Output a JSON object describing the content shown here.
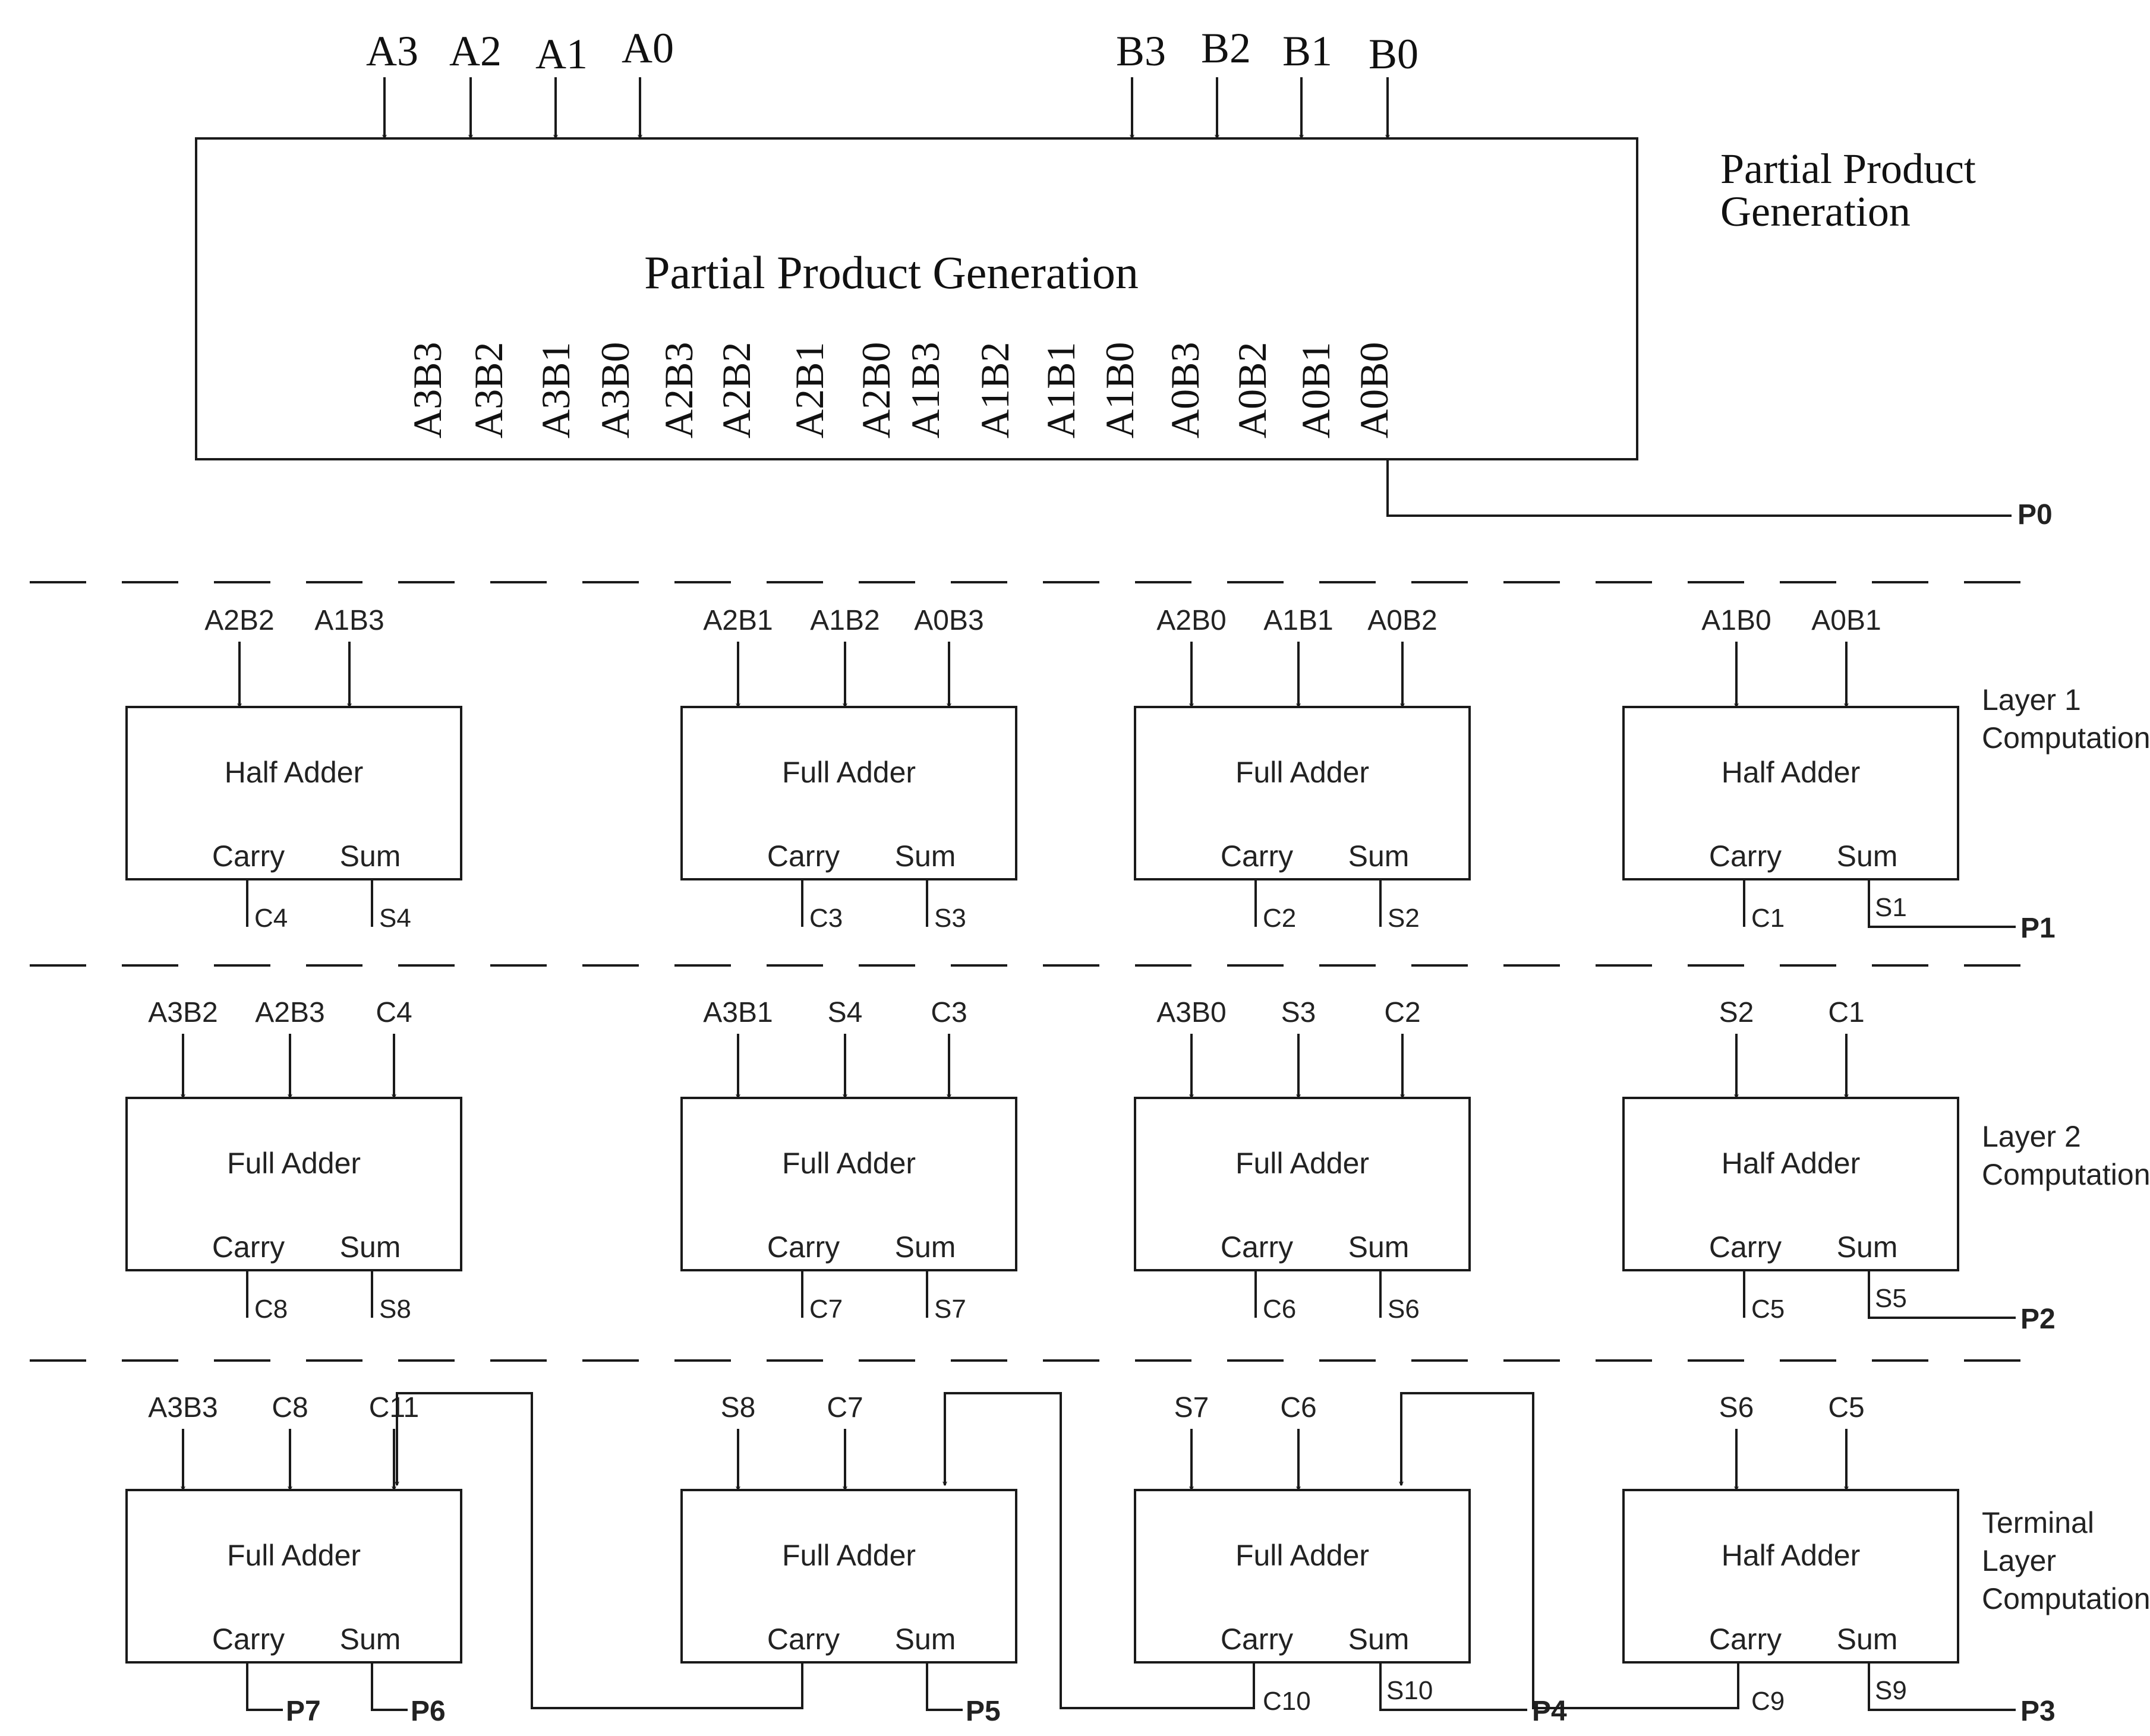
{
  "top_block": {
    "inputs_a": [
      "A3",
      "A2",
      "A1",
      "A0"
    ],
    "inputs_b": [
      "B3",
      "B2",
      "B1",
      "B0"
    ],
    "box_title": "Partial Product Generation",
    "side_label": "Partial Product Generation",
    "products": [
      "A3B3",
      "A3B2",
      "A3B1",
      "A3B0",
      "A2B3",
      "A2B2",
      "A2B1",
      "A2B0",
      "A1B3",
      "A1B2",
      "A1B1",
      "A1B0",
      "A0B3",
      "A0B2",
      "A0B1",
      "A0B0"
    ],
    "output": "P0"
  },
  "layers": [
    {
      "label": "Layer 1 Computation",
      "adders": [
        {
          "type": "Half Adder",
          "inputs": [
            "A2B2",
            "A1B3"
          ],
          "carry_label": "Carry",
          "sum_label": "Sum",
          "carry_out": "C4",
          "sum_out": "S4"
        },
        {
          "type": "Full Adder",
          "inputs": [
            "A2B1",
            "A1B2",
            "A0B3"
          ],
          "carry_label": "Carry",
          "sum_label": "Sum",
          "carry_out": "C3",
          "sum_out": "S3"
        },
        {
          "type": "Full Adder",
          "inputs": [
            "A2B0",
            "A1B1",
            "A0B2"
          ],
          "carry_label": "Carry",
          "sum_label": "Sum",
          "carry_out": "C2",
          "sum_out": "S2"
        },
        {
          "type": "Half Adder",
          "inputs": [
            "A1B0",
            "A0B1"
          ],
          "carry_label": "Carry",
          "sum_label": "Sum",
          "carry_out": "C1",
          "sum_out": "S1",
          "product_out": "P1"
        }
      ]
    },
    {
      "label": "Layer 2 Computation",
      "adders": [
        {
          "type": "Full Adder",
          "inputs": [
            "A3B2",
            "A2B3",
            "C4"
          ],
          "carry_label": "Carry",
          "sum_label": "Sum",
          "carry_out": "C8",
          "sum_out": "S8"
        },
        {
          "type": "Full Adder",
          "inputs": [
            "A3B1",
            "S4",
            "C3"
          ],
          "carry_label": "Carry",
          "sum_label": "Sum",
          "carry_out": "C7",
          "sum_out": "S7"
        },
        {
          "type": "Full Adder",
          "inputs": [
            "A3B0",
            "S3",
            "C2"
          ],
          "carry_label": "Carry",
          "sum_label": "Sum",
          "carry_out": "C6",
          "sum_out": "S6"
        },
        {
          "type": "Half Adder",
          "inputs": [
            "S2",
            "C1"
          ],
          "carry_label": "Carry",
          "sum_label": "Sum",
          "carry_out": "C5",
          "sum_out": "S5",
          "product_out": "P2"
        }
      ]
    },
    {
      "label": "Terminal Layer Computation",
      "adders": [
        {
          "type": "Full Adder",
          "inputs": [
            "A3B3",
            "C8",
            "C11"
          ],
          "carry_label": "Carry",
          "sum_label": "Sum",
          "carry_out": "P7",
          "sum_out": "P6"
        },
        {
          "type": "Full Adder",
          "inputs": [
            "S8",
            "C7",
            ""
          ],
          "carry_label": "Carry",
          "sum_label": "Sum",
          "carry_out": "",
          "sum_out": "P5"
        },
        {
          "type": "Full Adder",
          "inputs": [
            "S7",
            "C6",
            ""
          ],
          "carry_label": "Carry",
          "sum_label": "Sum",
          "carry_out": "C10",
          "sum_out": "S10",
          "product_out": "P4"
        },
        {
          "type": "Half Adder",
          "inputs": [
            "S6",
            "C5"
          ],
          "carry_label": "Carry",
          "sum_label": "Sum",
          "carry_out": "C9",
          "sum_out": "S9",
          "product_out": "P3"
        }
      ]
    }
  ]
}
